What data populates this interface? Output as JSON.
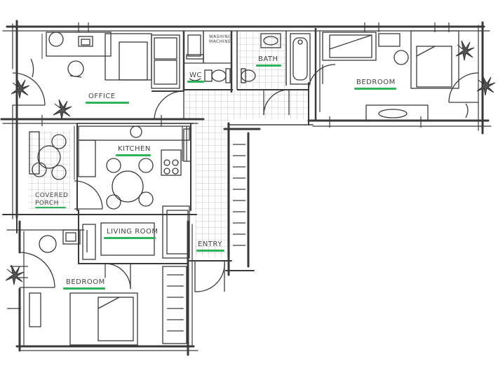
{
  "colors": {
    "ink": "#3a3a3a",
    "accent": "#2fb35a",
    "plant": "#333333"
  },
  "rooms": {
    "office": "OFFICE",
    "washing_machine": "WASHING MACHINE",
    "wc": "WC",
    "bath": "BATH",
    "bedroom_top": "BEDROOM",
    "kitchen": "KITCHEN",
    "covered_porch": "COVERED PORCH",
    "living_room": "LIVING ROOM",
    "entry": "ENTRY",
    "bedroom_bottom": "BEDROOM"
  }
}
